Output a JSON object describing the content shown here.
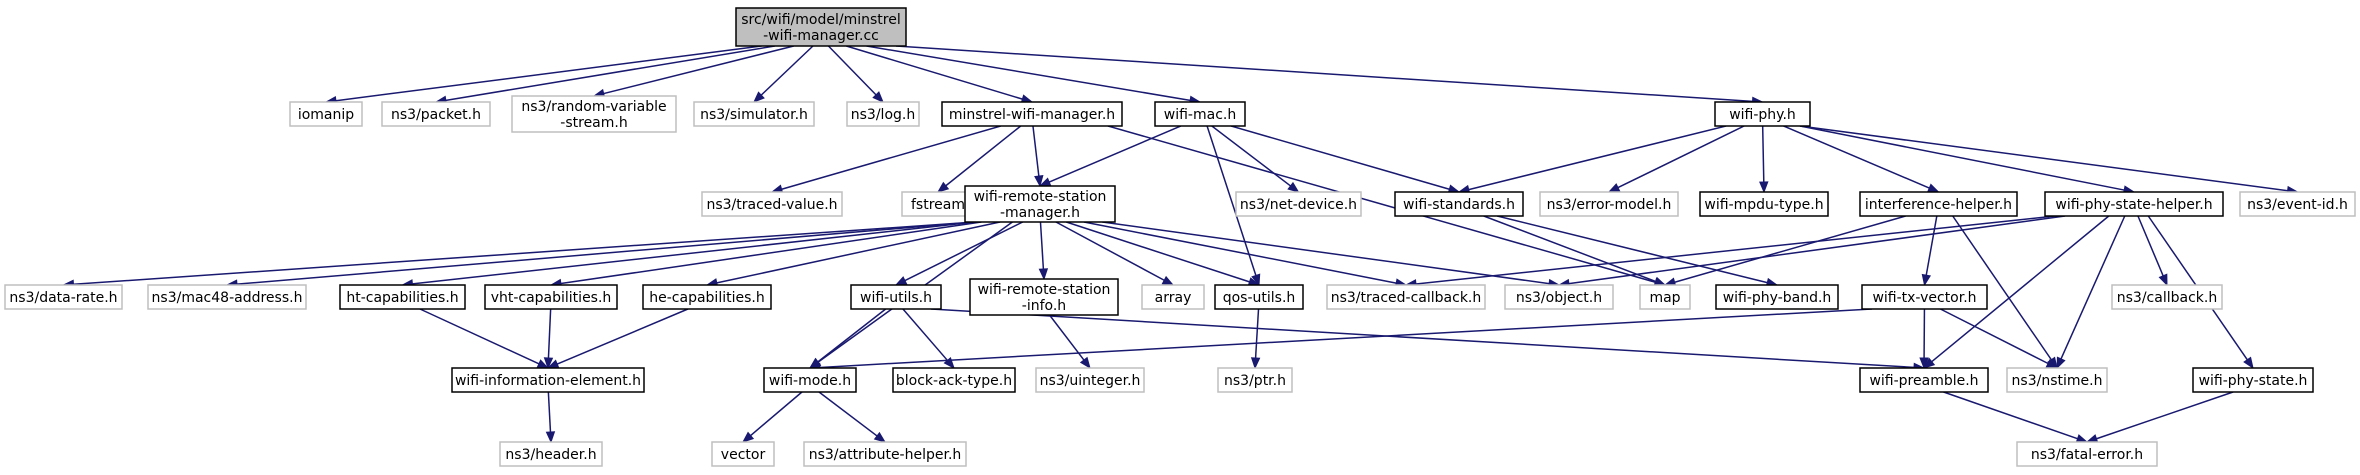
{
  "graph": {
    "colors": {
      "root_fill": "#bfbfbf",
      "root_stroke": "#000000",
      "doc_stroke": "#000000",
      "ext_stroke": "#bfbfbf",
      "edge": "#191970",
      "background": "#ffffff"
    },
    "nodes": [
      {
        "id": "root",
        "lines": [
          "src/wifi/model/minstrel",
          "-wifi-manager.cc"
        ],
        "kind": "root"
      },
      {
        "id": "iomanip",
        "lines": [
          "iomanip"
        ],
        "kind": "external"
      },
      {
        "id": "packet",
        "lines": [
          "ns3/packet.h"
        ],
        "kind": "external"
      },
      {
        "id": "random",
        "lines": [
          "ns3/random-variable",
          "-stream.h"
        ],
        "kind": "external"
      },
      {
        "id": "simulator",
        "lines": [
          "ns3/simulator.h"
        ],
        "kind": "external"
      },
      {
        "id": "log",
        "lines": [
          "ns3/log.h"
        ],
        "kind": "external"
      },
      {
        "id": "minstrel",
        "lines": [
          "minstrel-wifi-manager.h"
        ],
        "kind": "documented"
      },
      {
        "id": "wifimac",
        "lines": [
          "wifi-mac.h"
        ],
        "kind": "documented"
      },
      {
        "id": "wifiphy",
        "lines": [
          "wifi-phy.h"
        ],
        "kind": "documented"
      },
      {
        "id": "tracedvalue",
        "lines": [
          "ns3/traced-value.h"
        ],
        "kind": "external"
      },
      {
        "id": "fstream",
        "lines": [
          "fstream"
        ],
        "kind": "external"
      },
      {
        "id": "wrsm",
        "lines": [
          "wifi-remote-station",
          "-manager.h"
        ],
        "kind": "documented"
      },
      {
        "id": "netdevice",
        "lines": [
          "ns3/net-device.h"
        ],
        "kind": "external"
      },
      {
        "id": "standards",
        "lines": [
          "wifi-standards.h"
        ],
        "kind": "documented"
      },
      {
        "id": "errormodel",
        "lines": [
          "ns3/error-model.h"
        ],
        "kind": "external"
      },
      {
        "id": "mpdutype",
        "lines": [
          "wifi-mpdu-type.h"
        ],
        "kind": "documented"
      },
      {
        "id": "interference",
        "lines": [
          "interference-helper.h"
        ],
        "kind": "documented"
      },
      {
        "id": "phystatehelper",
        "lines": [
          "wifi-phy-state-helper.h"
        ],
        "kind": "documented"
      },
      {
        "id": "eventid",
        "lines": [
          "ns3/event-id.h"
        ],
        "kind": "external"
      },
      {
        "id": "datarate",
        "lines": [
          "ns3/data-rate.h"
        ],
        "kind": "external"
      },
      {
        "id": "mac48",
        "lines": [
          "ns3/mac48-address.h"
        ],
        "kind": "external"
      },
      {
        "id": "htcap",
        "lines": [
          "ht-capabilities.h"
        ],
        "kind": "documented"
      },
      {
        "id": "vhtcap",
        "lines": [
          "vht-capabilities.h"
        ],
        "kind": "documented"
      },
      {
        "id": "hecap",
        "lines": [
          "he-capabilities.h"
        ],
        "kind": "documented"
      },
      {
        "id": "wifiutils",
        "lines": [
          "wifi-utils.h"
        ],
        "kind": "documented"
      },
      {
        "id": "wrsinfo",
        "lines": [
          "wifi-remote-station",
          "-info.h"
        ],
        "kind": "documented"
      },
      {
        "id": "array",
        "lines": [
          "array"
        ],
        "kind": "external"
      },
      {
        "id": "qosutils",
        "lines": [
          "qos-utils.h"
        ],
        "kind": "documented"
      },
      {
        "id": "tracedcallback",
        "lines": [
          "ns3/traced-callback.h"
        ],
        "kind": "external"
      },
      {
        "id": "object",
        "lines": [
          "ns3/object.h"
        ],
        "kind": "external"
      },
      {
        "id": "map",
        "lines": [
          "map"
        ],
        "kind": "external"
      },
      {
        "id": "phyband",
        "lines": [
          "wifi-phy-band.h"
        ],
        "kind": "documented"
      },
      {
        "id": "txvector",
        "lines": [
          "wifi-tx-vector.h"
        ],
        "kind": "documented"
      },
      {
        "id": "callback",
        "lines": [
          "ns3/callback.h"
        ],
        "kind": "external"
      },
      {
        "id": "infoelement",
        "lines": [
          "wifi-information-element.h"
        ],
        "kind": "documented"
      },
      {
        "id": "wifimode",
        "lines": [
          "wifi-mode.h"
        ],
        "kind": "documented"
      },
      {
        "id": "blockack",
        "lines": [
          "block-ack-type.h"
        ],
        "kind": "documented"
      },
      {
        "id": "uinteger",
        "lines": [
          "ns3/uinteger.h"
        ],
        "kind": "external"
      },
      {
        "id": "ptr",
        "lines": [
          "ns3/ptr.h"
        ],
        "kind": "external"
      },
      {
        "id": "preamble",
        "lines": [
          "wifi-preamble.h"
        ],
        "kind": "documented"
      },
      {
        "id": "nstime",
        "lines": [
          "ns3/nstime.h"
        ],
        "kind": "external"
      },
      {
        "id": "phystate",
        "lines": [
          "wifi-phy-state.h"
        ],
        "kind": "documented"
      },
      {
        "id": "header",
        "lines": [
          "ns3/header.h"
        ],
        "kind": "external"
      },
      {
        "id": "vector",
        "lines": [
          "vector"
        ],
        "kind": "external"
      },
      {
        "id": "attrhelper",
        "lines": [
          "ns3/attribute-helper.h"
        ],
        "kind": "external"
      },
      {
        "id": "fatalerror",
        "lines": [
          "ns3/fatal-error.h"
        ],
        "kind": "external"
      }
    ],
    "edges": [
      [
        "root",
        "iomanip"
      ],
      [
        "root",
        "packet"
      ],
      [
        "root",
        "random"
      ],
      [
        "root",
        "simulator"
      ],
      [
        "root",
        "log"
      ],
      [
        "root",
        "minstrel"
      ],
      [
        "root",
        "wifimac"
      ],
      [
        "root",
        "wifiphy"
      ],
      [
        "minstrel",
        "tracedvalue"
      ],
      [
        "minstrel",
        "fstream"
      ],
      [
        "minstrel",
        "wrsm"
      ],
      [
        "minstrel",
        "map"
      ],
      [
        "wifimac",
        "wrsm"
      ],
      [
        "wifimac",
        "netdevice"
      ],
      [
        "wifimac",
        "standards"
      ],
      [
        "wifimac",
        "qosutils"
      ],
      [
        "wifiphy",
        "standards"
      ],
      [
        "wifiphy",
        "errormodel"
      ],
      [
        "wifiphy",
        "mpdutype"
      ],
      [
        "wifiphy",
        "interference"
      ],
      [
        "wifiphy",
        "phystatehelper"
      ],
      [
        "wifiphy",
        "eventid"
      ],
      [
        "wrsm",
        "datarate"
      ],
      [
        "wrsm",
        "mac48"
      ],
      [
        "wrsm",
        "htcap"
      ],
      [
        "wrsm",
        "vhtcap"
      ],
      [
        "wrsm",
        "hecap"
      ],
      [
        "wrsm",
        "wifiutils"
      ],
      [
        "wrsm",
        "wrsinfo"
      ],
      [
        "wrsm",
        "array"
      ],
      [
        "wrsm",
        "qosutils"
      ],
      [
        "wrsm",
        "tracedcallback"
      ],
      [
        "wrsm",
        "object"
      ],
      [
        "wrsm",
        "wifimode"
      ],
      [
        "standards",
        "map"
      ],
      [
        "standards",
        "phyband"
      ],
      [
        "interference",
        "map"
      ],
      [
        "interference",
        "txvector"
      ],
      [
        "interference",
        "nstime"
      ],
      [
        "phystatehelper",
        "tracedcallback"
      ],
      [
        "phystatehelper",
        "object"
      ],
      [
        "phystatehelper",
        "callback"
      ],
      [
        "phystatehelper",
        "nstime"
      ],
      [
        "phystatehelper",
        "preamble"
      ],
      [
        "phystatehelper",
        "phystate"
      ],
      [
        "htcap",
        "infoelement"
      ],
      [
        "vhtcap",
        "infoelement"
      ],
      [
        "hecap",
        "infoelement"
      ],
      [
        "wifiutils",
        "wifimode"
      ],
      [
        "wifiutils",
        "blockack"
      ],
      [
        "wifiutils",
        "preamble"
      ],
      [
        "wrsinfo",
        "uinteger"
      ],
      [
        "qosutils",
        "ptr"
      ],
      [
        "txvector",
        "wifimode"
      ],
      [
        "txvector",
        "preamble"
      ],
      [
        "txvector",
        "nstime"
      ],
      [
        "infoelement",
        "header"
      ],
      [
        "wifimode",
        "vector"
      ],
      [
        "wifimode",
        "attrhelper"
      ],
      [
        "preamble",
        "fatalerror"
      ],
      [
        "phystate",
        "fatalerror"
      ]
    ]
  }
}
